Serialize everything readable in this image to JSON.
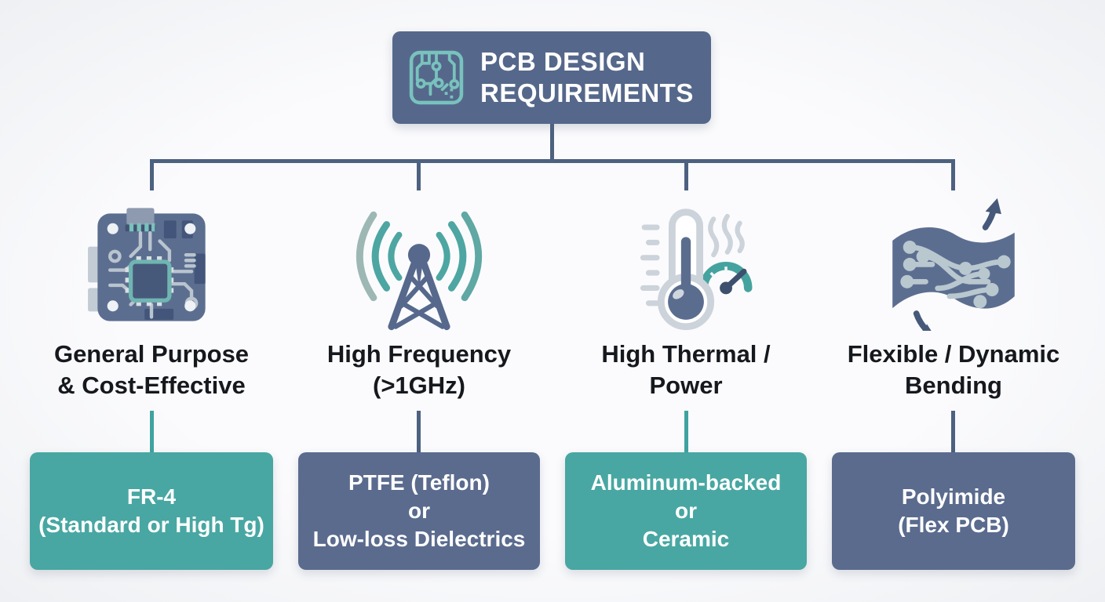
{
  "colors": {
    "header_bg": "#55688b",
    "blue": "#5a6b8e",
    "teal": "#48a7a2",
    "line": "#4d6180",
    "teal_line": "#3fa39f",
    "label_text": "#15181c",
    "box_text": "#ffffff"
  },
  "header": {
    "icon": "circuit-board-icon",
    "title_line1": "PCB DESIGN",
    "title_line2": "REQUIREMENTS"
  },
  "columns": [
    {
      "id": "general-purpose",
      "icon": "pcb-board-icon",
      "label_line1": "General Purpose",
      "label_line2": "& Cost-Effective",
      "result_style": "teal",
      "result_line1": "FR-4",
      "result_line2": "(Standard or High Tg)",
      "result_line3": ""
    },
    {
      "id": "high-frequency",
      "icon": "antenna-icon",
      "label_line1": "High Frequency",
      "label_line2": "(>1GHz)",
      "result_style": "blue",
      "result_line1": "PTFE (Teflon)",
      "result_line2": "or",
      "result_line3": "Low-loss Dielectrics"
    },
    {
      "id": "high-thermal",
      "icon": "thermometer-gauge-icon",
      "label_line1": "High Thermal /",
      "label_line2": "Power",
      "result_style": "teal",
      "result_line1": "Aluminum-backed",
      "result_line2": "or",
      "result_line3": "Ceramic"
    },
    {
      "id": "flexible",
      "icon": "flexible-pcb-icon",
      "label_line1": "Flexible / Dynamic",
      "label_line2": "Bending",
      "result_style": "blue",
      "result_line1": "Polyimide",
      "result_line2": "(Flex PCB)",
      "result_line3": ""
    }
  ]
}
